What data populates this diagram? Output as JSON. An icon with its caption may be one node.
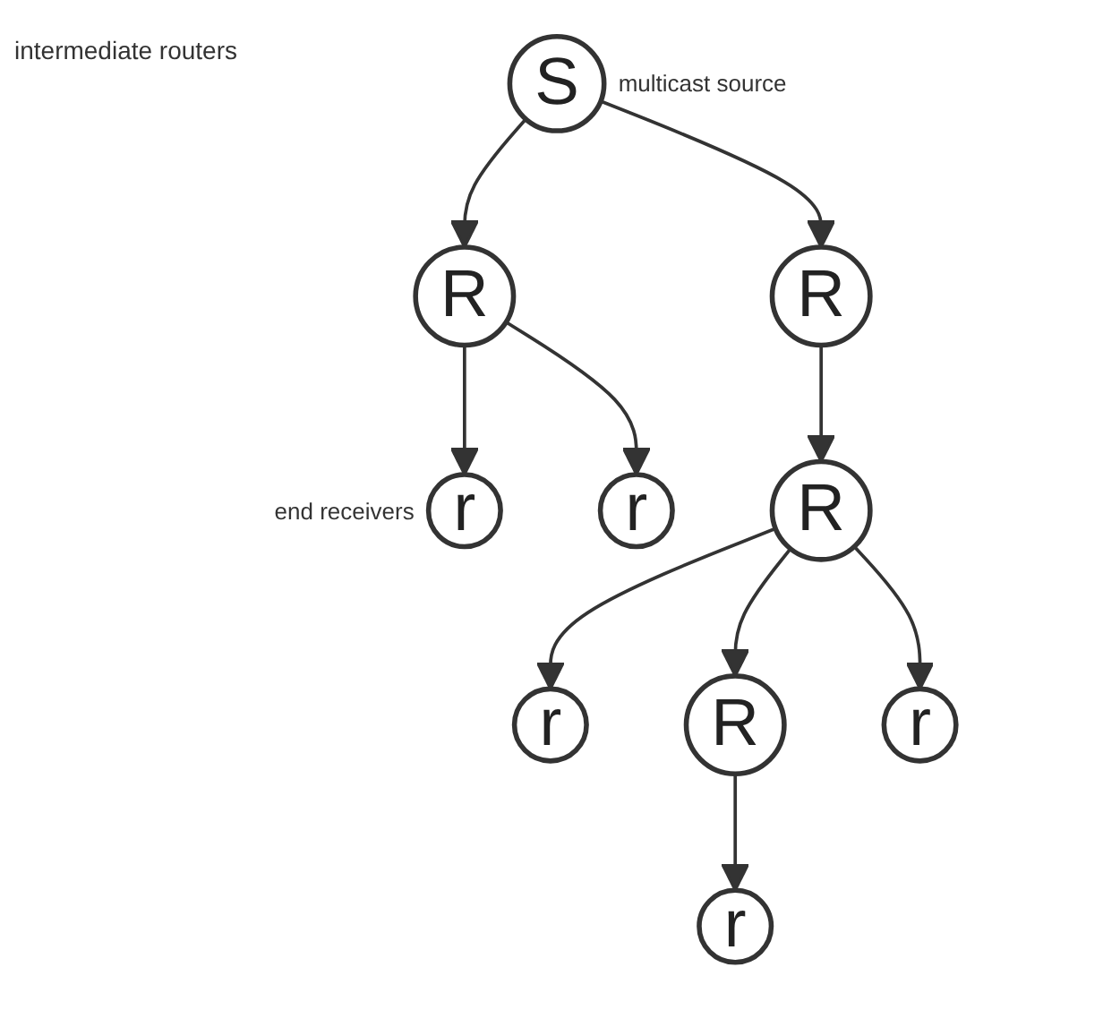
{
  "diagram": {
    "nodes": [
      {
        "text": [
          "S"
        ],
        "beside": [
          "multicast source"
        ]
      },
      {
        "text": [
          "R"
        ]
      },
      {
        "text": [
          "R"
        ]
      },
      {
        "text": [
          "r"
        ],
        "beside": [
          "end receivers"
        ]
      },
      {
        "text": [
          "r"
        ]
      },
      {
        "text": [
          "R"
        ]
      },
      {
        "text": [
          "r"
        ]
      },
      {
        "text": [
          "R"
        ]
      },
      {
        "text": [
          "r"
        ]
      },
      {
        "text": [
          "r"
        ]
      }
    ],
    "edges": [
      {
        "from": 0,
        "to": 1,
        "arrow": "to"
      },
      {
        "from": 0,
        "to": 2,
        "arrow": "to"
      },
      {
        "from": 1,
        "to": 3,
        "arrow": "to"
      },
      {
        "from": 1,
        "to": 4,
        "arrow": "to"
      },
      {
        "from": 2,
        "to": 5,
        "arrow": "to"
      },
      {
        "from": 5,
        "to": 6,
        "arrow": "to"
      },
      {
        "from": 5,
        "to": 7,
        "arrow": "to"
      },
      {
        "from": 5,
        "to": 8,
        "arrow": "to"
      },
      {
        "from": 7,
        "to": 9,
        "arrow": "to"
      }
    ],
    "labels": [
      "intermediate routers"
    ]
  }
}
